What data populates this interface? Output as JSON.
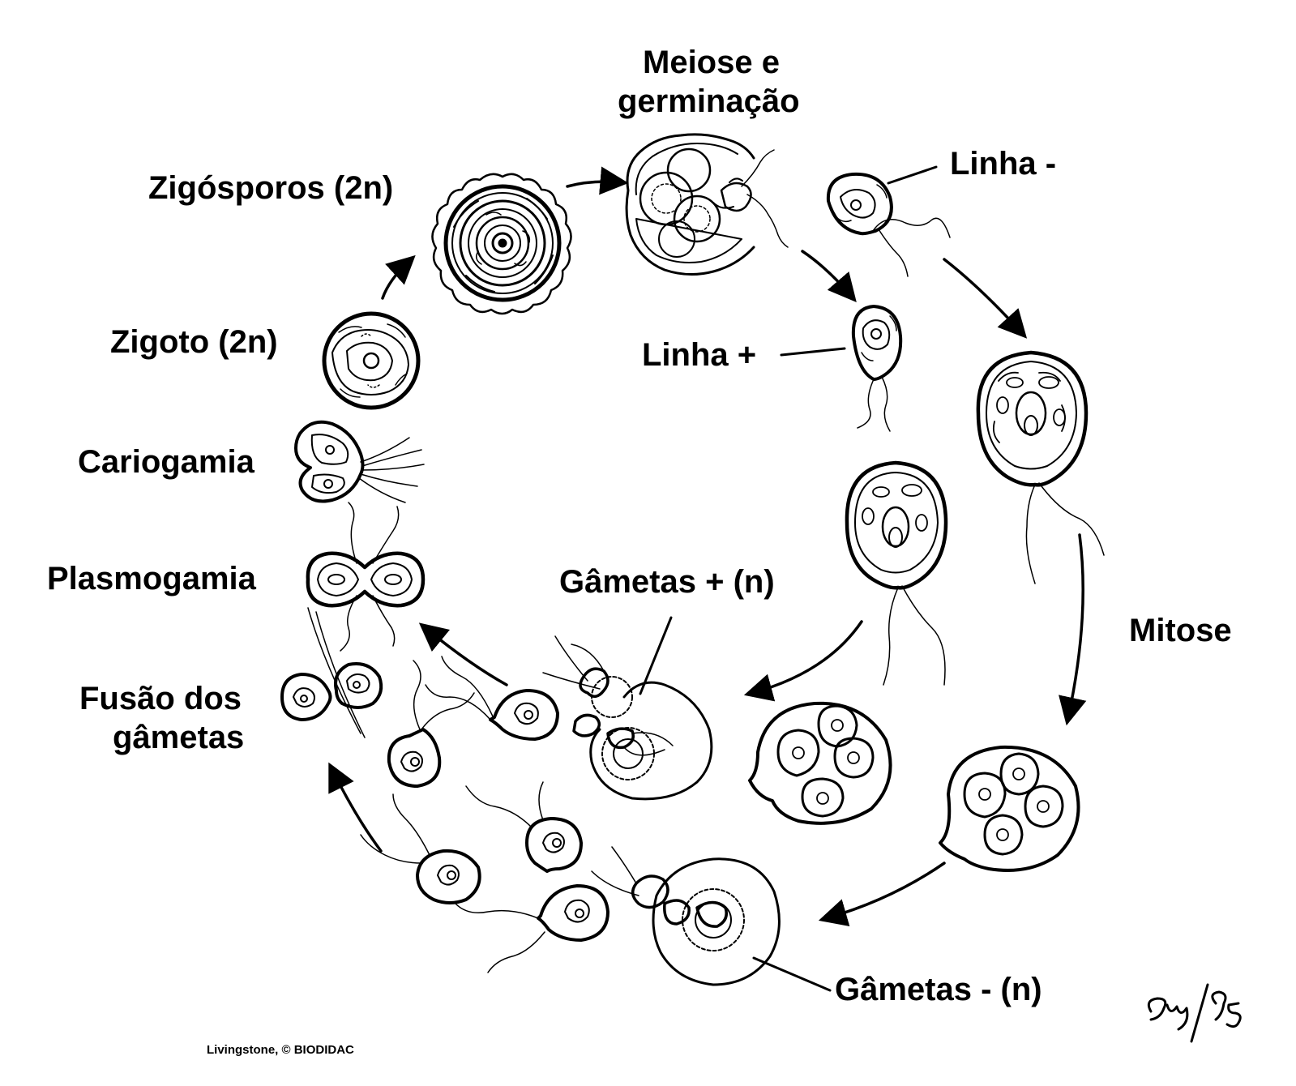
{
  "labels": {
    "meiose_line1": "Meiose e",
    "meiose_line2": "germinação",
    "linha_minus": "Linha -",
    "zigosporos": "Zigósporos (2n)",
    "linha_plus": "Linha +",
    "zigoto": "Zigoto (2n)",
    "cariogamia": "Cariogamia",
    "plasmogamia": "Plasmogamia",
    "gametas_plus": "Gâmetas + (n)",
    "mitose": "Mitose",
    "fusao_line1": "Fusão dos",
    "fusao_line2": "gâmetas",
    "gametas_minus": "Gâmetas - (n)"
  },
  "credit": "Livingstone, © BIODIDAC",
  "signature": "gw/95",
  "colors": {
    "ink": "#000000",
    "paper": "#ffffff"
  }
}
